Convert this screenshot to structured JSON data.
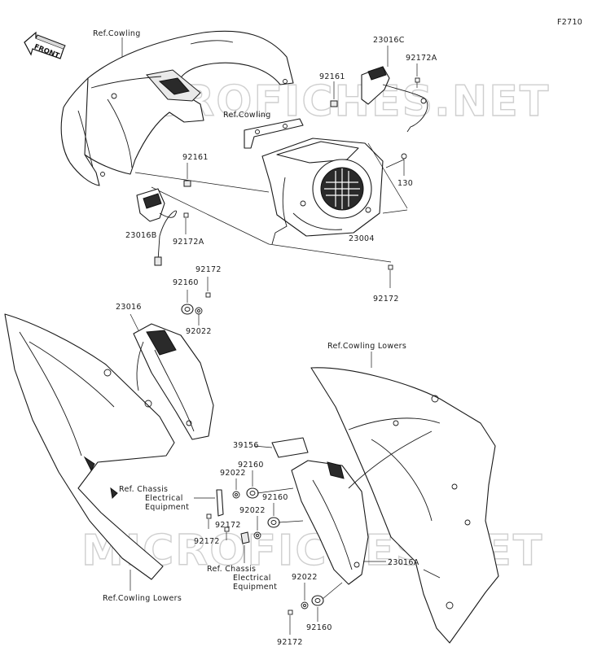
{
  "figure_code": "F2710",
  "direction_arrow": {
    "label": "FRONT"
  },
  "watermark": "MICROFICHES.NET",
  "callouts": {
    "ref_cowling_top": "Ref.Cowling",
    "ref_cowling_mid": "Ref.Cowling",
    "p23016C": "23016C",
    "p92172A_top": "92172A",
    "p92161_top": "92161",
    "p130": "130",
    "p92161_left": "92161",
    "p23016B": "23016B",
    "p92172A_left": "92172A",
    "p23004": "23004",
    "p92172_mid": "92172",
    "p92172_upper": "92172",
    "p92160_upper": "92160",
    "p23016": "23016",
    "p92022_upper": "92022",
    "ref_cowling_lowers_right": "Ref.Cowling Lowers",
    "p39156": "39156",
    "p92160_a": "92160",
    "p92022_a": "92022",
    "ref_chassis_1_l1": "Ref. Chassis",
    "ref_chassis_1_l2": "Electrical",
    "ref_chassis_1_l3": "Equipment",
    "p92160_b": "92160",
    "p92022_b": "92022",
    "p92172_a": "92172",
    "p92172_b": "92172",
    "ref_chassis_2_l1": "Ref. Chassis",
    "ref_chassis_2_l2": "Electrical",
    "ref_chassis_2_l3": "Equipment",
    "p23016A": "23016A",
    "ref_cowling_lowers_left": "Ref.Cowling Lowers",
    "p92022_bottom": "92022",
    "p92160_bottom": "92160",
    "p92172_bottom": "92172"
  }
}
